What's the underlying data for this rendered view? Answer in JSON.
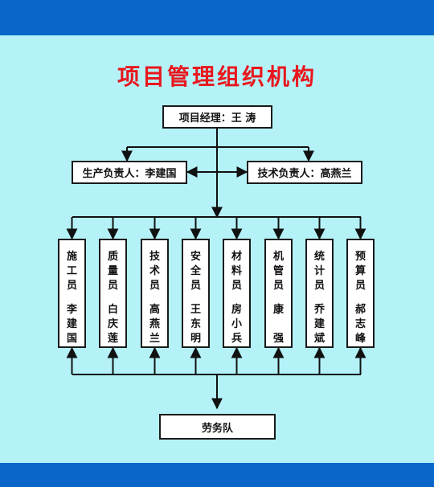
{
  "title": "项目管理组织机构",
  "manager": "项目经理：王 涛",
  "deputies": [
    {
      "label": "生产负责人：李建国"
    },
    {
      "label": "技术负责人：高燕兰"
    }
  ],
  "staff": [
    {
      "role": "施工员",
      "person": "李建国"
    },
    {
      "role": "质量员",
      "person": "白庆莲"
    },
    {
      "role": "技术员",
      "person": "高燕兰"
    },
    {
      "role": "安全员",
      "person": "王东明"
    },
    {
      "role": "材料员",
      "person": "房小兵"
    },
    {
      "role": "机管员",
      "person": "康 强"
    },
    {
      "role": "统计员",
      "person": "乔建斌"
    },
    {
      "role": "预算员",
      "person": "郝志峰"
    }
  ],
  "labor_team": "劳务队",
  "colors": {
    "band": "#0b66c9",
    "panel": "#b4f2f8",
    "title": "#e8171d",
    "line": "#111111"
  }
}
